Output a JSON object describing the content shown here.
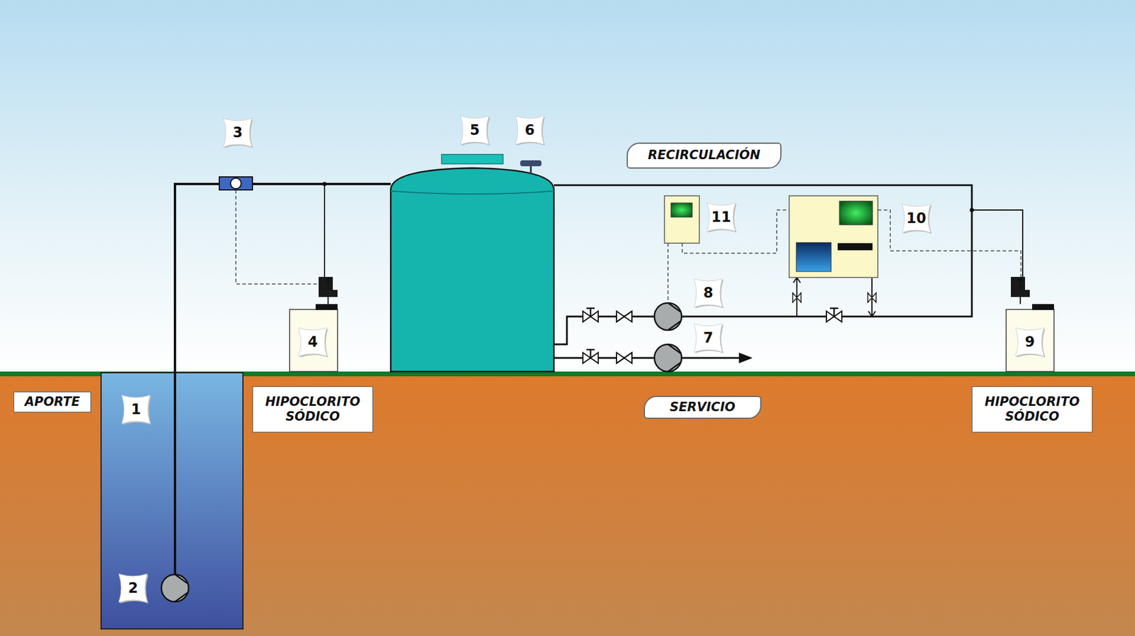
{
  "diagram": {
    "nodes": [
      {
        "text": [
          "APORTE"
        ]
      },
      {
        "text": [
          "HIPOCLORITO SÓDICO"
        ]
      },
      {
        "text": [
          "RECIRCULACIÓN"
        ]
      },
      {
        "text": [
          "SERVICIO"
        ]
      },
      {
        "text": [
          "HIPOCLORITO SÓDICO"
        ]
      }
    ],
    "labels": [
      "3",
      "5",
      "6",
      "11",
      "10",
      "8",
      "4",
      "7",
      "9",
      "1",
      "2"
    ]
  }
}
